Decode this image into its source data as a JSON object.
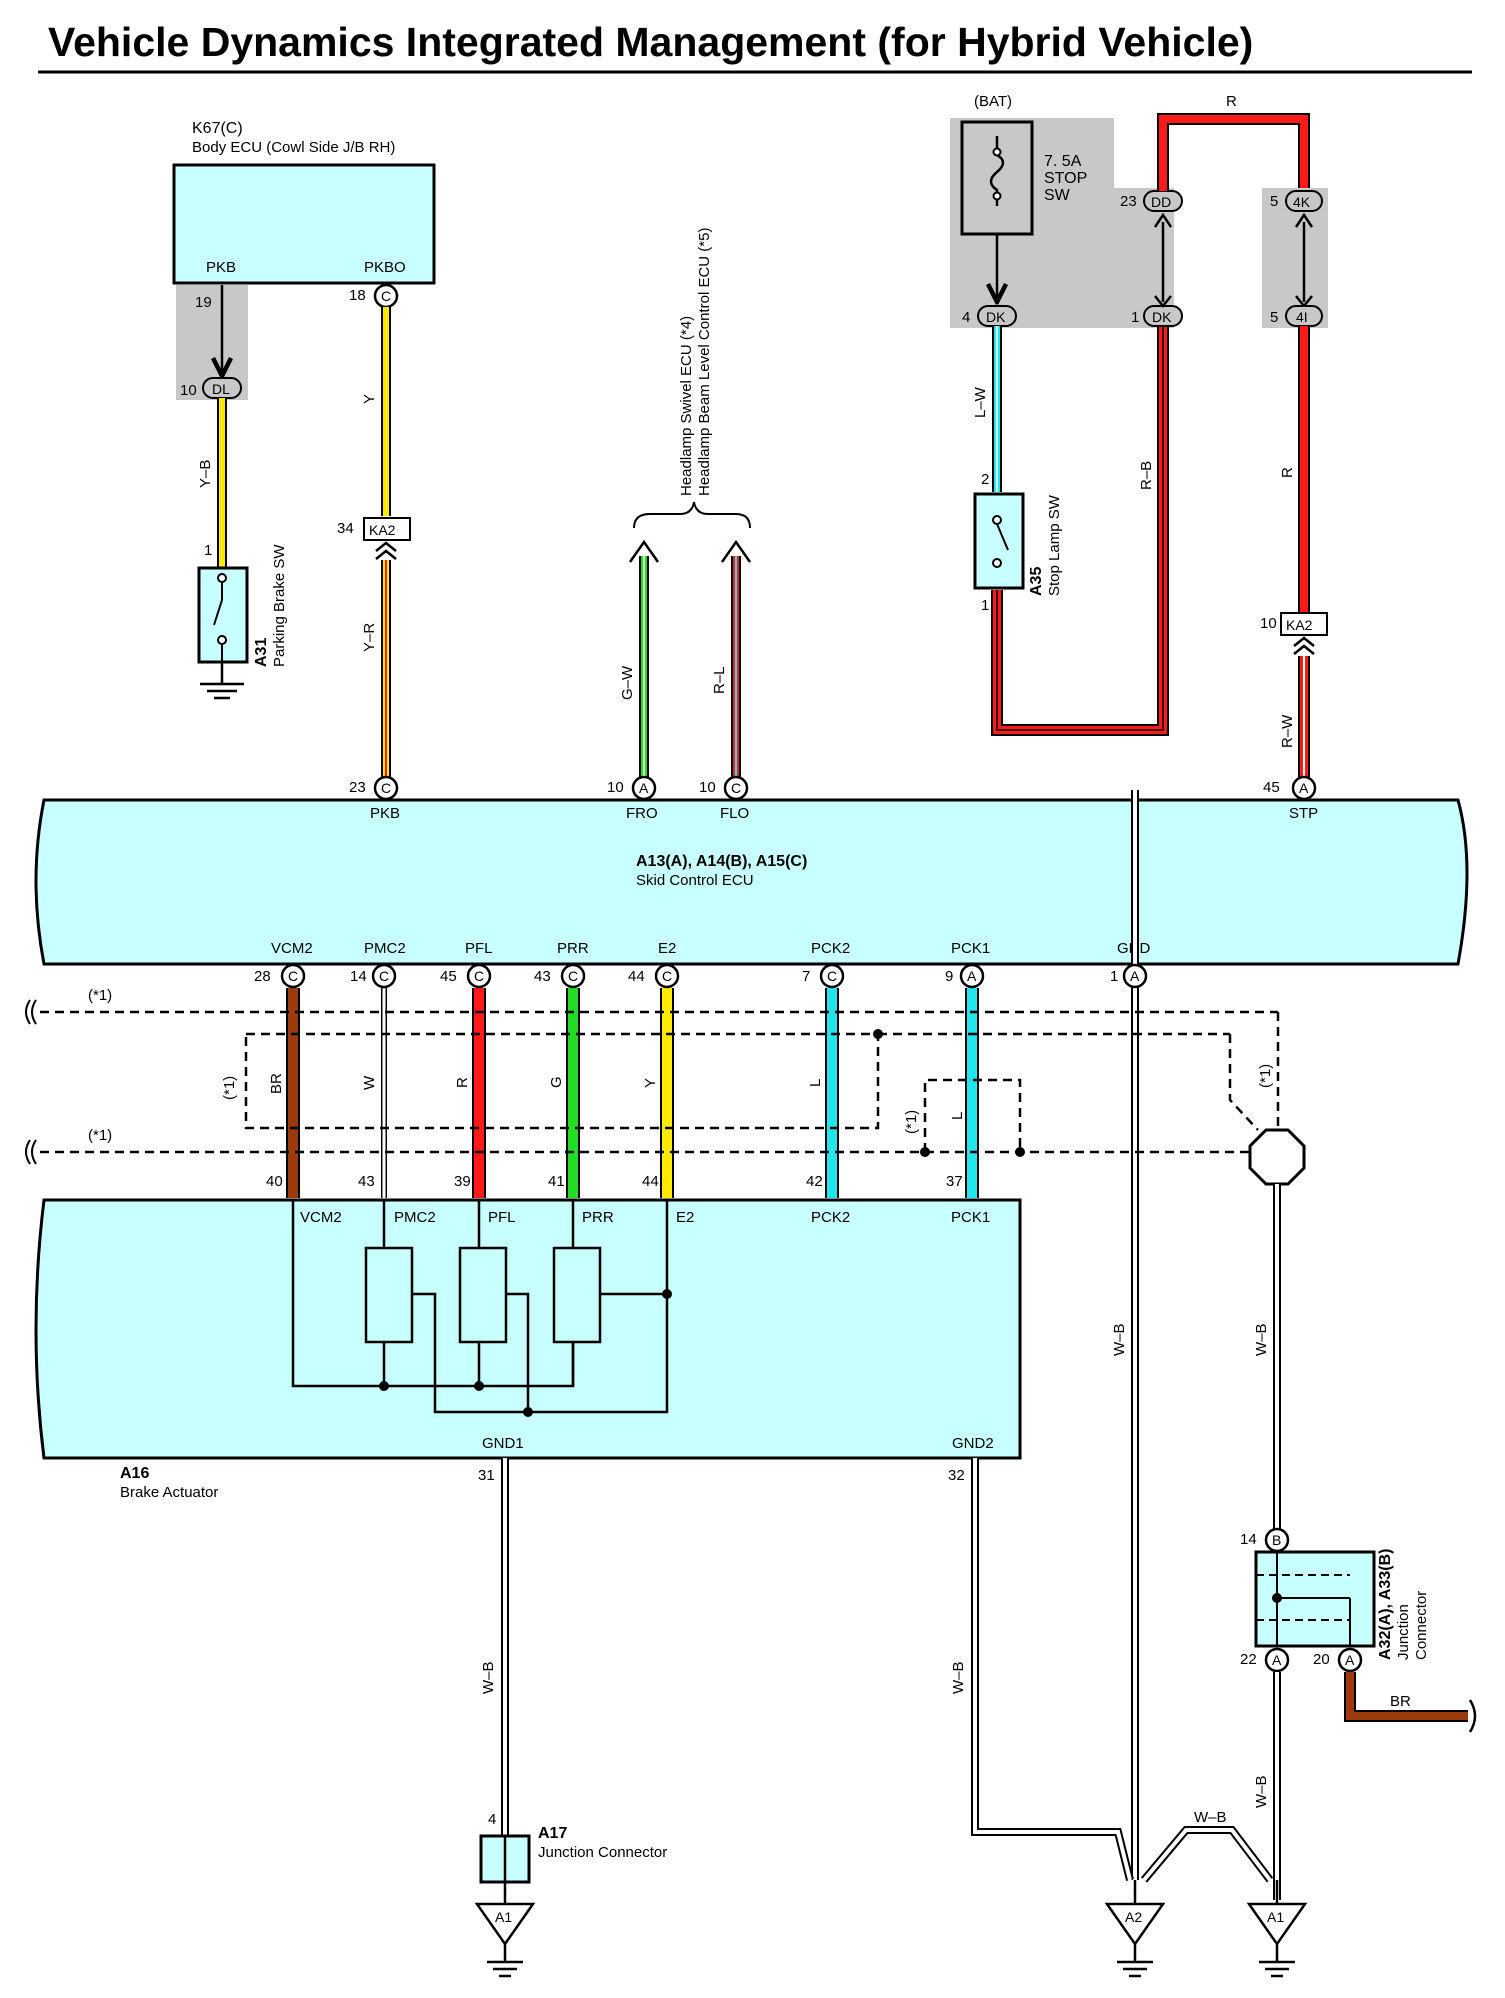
{
  "title": "Vehicle Dynamics Integrated Management (for Hybrid Vehicle)",
  "colors": {
    "ecu_fill": "#c8ffff",
    "shade": "#c8c8c8",
    "yellow": "#ffea00",
    "red": "#ff1a1a",
    "green": "#22dd22",
    "cyan": "#22e6ee",
    "brown": "#9b3a0a",
    "black": "#000000"
  },
  "components": {
    "body_ecu": {
      "id": "K67(C)",
      "name": "Body ECU (Cowl Side J/B RH)",
      "pin_pkb": "PKB",
      "pin_pkbo": "PKBO"
    },
    "parking_brake_sw": {
      "id": "A31",
      "name": "Parking Brake SW"
    },
    "headlamp": {
      "line1": "Headlamp Swivel ECU (*4)",
      "line2": "Headlamp Beam Level Control ECU (*5)"
    },
    "fuse": {
      "bat": "(BAT)",
      "rating": "7. 5A",
      "name1": "STOP",
      "name2": "SW"
    },
    "stop_lamp_sw": {
      "id": "A35",
      "name": "Stop Lamp SW"
    },
    "skid_ecu": {
      "id": "A13(A), A14(B), A15(C)",
      "name": "Skid Control ECU"
    },
    "brake_actuator": {
      "id": "A16",
      "name": "Brake Actuator"
    },
    "jc_a17": {
      "id": "A17",
      "name": "Junction Connector"
    },
    "jc_a32": {
      "id": "A32(A), A33(B)",
      "name1": "Junction",
      "name2": "Connector"
    }
  },
  "ecu_top_pins": [
    {
      "num": "23",
      "conn": "C",
      "name": "PKB"
    },
    {
      "num": "10",
      "conn": "A",
      "name": "FRO"
    },
    {
      "num": "10",
      "conn": "C",
      "name": "FLO"
    },
    {
      "num": "45",
      "conn": "A",
      "name": "STP"
    }
  ],
  "ecu_bottom_pins": [
    {
      "num": "28",
      "conn": "C",
      "name": "VCM2",
      "wire": "BR",
      "act_pin": "40"
    },
    {
      "num": "14",
      "conn": "C",
      "name": "PMC2",
      "wire": "W",
      "act_pin": "43"
    },
    {
      "num": "45",
      "conn": "C",
      "name": "PFL",
      "wire": "R",
      "act_pin": "39"
    },
    {
      "num": "43",
      "conn": "C",
      "name": "PRR",
      "wire": "G",
      "act_pin": "41"
    },
    {
      "num": "44",
      "conn": "C",
      "name": "E2",
      "wire": "Y",
      "act_pin": "44"
    },
    {
      "num": "7",
      "conn": "C",
      "name": "PCK2",
      "wire": "L",
      "act_pin": "42"
    },
    {
      "num": "9",
      "conn": "A",
      "name": "PCK1",
      "wire": "L",
      "act_pin": "37"
    },
    {
      "num": "1",
      "conn": "A",
      "name": "GND"
    }
  ],
  "actuator_pins": {
    "vcm2": "VCM2",
    "pmc2": "PMC2",
    "pfl": "PFL",
    "prr": "PRR",
    "e2": "E2",
    "pck2": "PCK2",
    "pck1": "PCK1",
    "gnd1": "GND1",
    "gnd2": "GND2",
    "gnd1_num": "31",
    "gnd2_num": "32"
  },
  "connectors": {
    "dl": "DL",
    "ka2": "KA2",
    "dk": "DK",
    "dd": "DD",
    "k4": "4K",
    "i4": "4I",
    "conn_c": "C",
    "conn_a": "A",
    "conn_b": "B",
    "a1": "A1",
    "a2": "A2"
  },
  "pin_numbers": {
    "pkb_19": "19",
    "dl_10": "10",
    "sw_1": "1",
    "pkbo_18": "18",
    "ka2_34": "34",
    "fuse_4": "4",
    "dd_23": "23",
    "dk_1": "1",
    "k4_5": "5",
    "i4_5": "5",
    "sls_2": "2",
    "sls_1": "1",
    "ka2_10": "10",
    "a17_4": "4",
    "jc_14": "14",
    "jc_22": "22",
    "jc_20": "20"
  },
  "wire_labels": {
    "yb": "Y–B",
    "y": "Y",
    "yr": "Y–R",
    "gw": "G–W",
    "rl": "R–L",
    "lw": "L–W",
    "rb": "R–B",
    "r": "R",
    "rw": "R–W",
    "wb": "W–B",
    "br": "BR",
    "l": "L",
    "star1": "(*1)"
  }
}
